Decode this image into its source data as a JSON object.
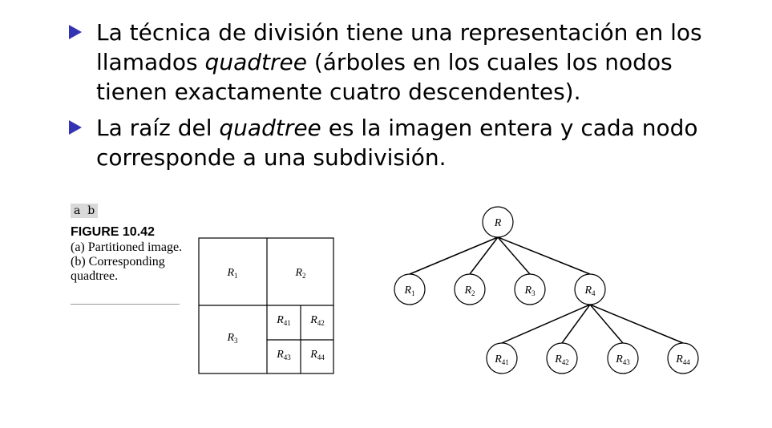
{
  "bullets": [
    {
      "parts": [
        {
          "text": "La técnica de división tiene una representación en los llamados ",
          "italic": false
        },
        {
          "text": "quadtree",
          "italic": true
        },
        {
          "text": " (árboles en los cuales los nodos tienen exactamente cuatro descendentes).",
          "italic": false
        }
      ]
    },
    {
      "parts": [
        {
          "text": "La raíz del ",
          "italic": false
        },
        {
          "text": "quadtree",
          "italic": true
        },
        {
          "text": " es la imagen entera y cada nodo corresponde a una subdivisión.",
          "italic": false
        }
      ]
    }
  ],
  "figure": {
    "tag": "a  b",
    "title": "FIGURE 10.42",
    "caption": "(a) Partitioned image. (b) Corresponding quadtree."
  },
  "partition": {
    "regions": [
      {
        "base": "R",
        "sub": "1"
      },
      {
        "base": "R",
        "sub": "2"
      },
      {
        "base": "R",
        "sub": "3"
      },
      {
        "base": "R",
        "sub": "41"
      },
      {
        "base": "R",
        "sub": "42"
      },
      {
        "base": "R",
        "sub": "43"
      },
      {
        "base": "R",
        "sub": "44"
      }
    ]
  },
  "tree": {
    "root": {
      "base": "R",
      "sub": ""
    },
    "level1": [
      {
        "base": "R",
        "sub": "1"
      },
      {
        "base": "R",
        "sub": "2"
      },
      {
        "base": "R",
        "sub": "3"
      },
      {
        "base": "R",
        "sub": "4"
      }
    ],
    "level2": [
      {
        "base": "R",
        "sub": "41"
      },
      {
        "base": "R",
        "sub": "42"
      },
      {
        "base": "R",
        "sub": "43"
      },
      {
        "base": "R",
        "sub": "44"
      }
    ],
    "expanded_child_index": 3
  },
  "colors": {
    "bullet_marker": "#3333b3",
    "text": "#000000",
    "tag_background": "#d9d9d9"
  }
}
